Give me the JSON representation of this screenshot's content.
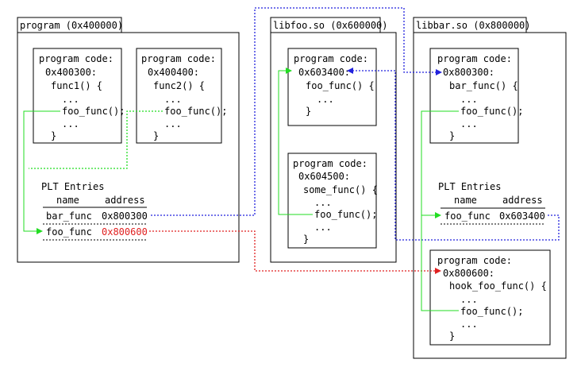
{
  "colors": {
    "blue": "#2222dd",
    "red": "#e02020",
    "green": "#22dd22",
    "black": "#000000"
  },
  "program": {
    "title": "program (0x400000)",
    "code1": {
      "lines": [
        "program code:",
        "0x400300:",
        "func1() {",
        "...",
        "foo_func();",
        "...",
        "}"
      ]
    },
    "code2": {
      "lines": [
        "program code:",
        "0x400400:",
        "func2() {",
        "...",
        "foo_func();",
        "...",
        "}"
      ]
    },
    "plt": {
      "title": "PLT Entries",
      "headers": [
        "name",
        "address"
      ],
      "rows": [
        {
          "name": "bar_func",
          "address": "0x800300"
        },
        {
          "name": "foo_func",
          "address": "0x800600"
        }
      ]
    }
  },
  "libfoo": {
    "title": "libfoo.so (0x600000)",
    "code1": {
      "lines": [
        "program code:",
        "0x603400:",
        "foo_func() {",
        "...",
        "}"
      ]
    },
    "code2": {
      "lines": [
        "program code:",
        "0x604500:",
        "some_func() {",
        "...",
        "foo_func();",
        "...",
        "}"
      ]
    }
  },
  "libbar": {
    "title": "libbar.so (0x800000)",
    "code1": {
      "lines": [
        "program code:",
        "0x800300:",
        "bar_func() {",
        "...",
        "foo_func();",
        "...",
        "}"
      ]
    },
    "plt": {
      "title": "PLT Entries",
      "headers": [
        "name",
        "address"
      ],
      "rows": [
        {
          "name": "foo_func",
          "address": "0x603400"
        }
      ]
    },
    "code2": {
      "lines": [
        "program code:",
        "0x800600:",
        "hook_foo_func() {",
        "...",
        "foo_func();",
        "...",
        "}"
      ]
    }
  }
}
